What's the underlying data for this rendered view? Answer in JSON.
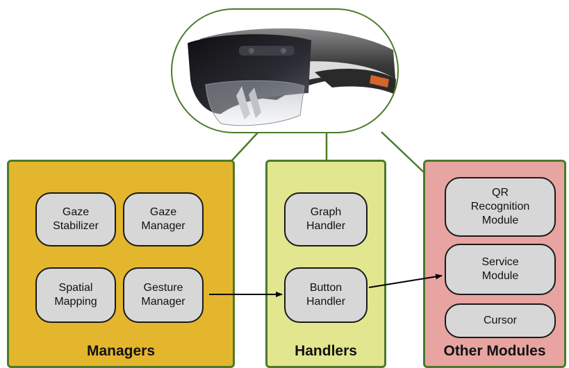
{
  "panels": {
    "managers": {
      "title": "Managers",
      "modules": [
        "Gaze\nStabilizer",
        "Gaze\nManager",
        "Spatial\nMapping",
        "Gesture\nManager"
      ]
    },
    "handlers": {
      "title": "Handlers",
      "modules": [
        "Graph\nHandler",
        "Button\nHandler"
      ]
    },
    "other": {
      "title": "Other Modules",
      "modules": [
        "QR\nRecognition\nModule",
        "Service\nModule",
        "Cursor"
      ]
    }
  },
  "colors": {
    "border": "#4b7a29",
    "managers": "#e4b62d",
    "handlers": "#e2e68f",
    "other": "#e7a4a1",
    "module": "#d7d7d7"
  },
  "icons": {
    "device": "mixed-reality-headset-icon"
  }
}
